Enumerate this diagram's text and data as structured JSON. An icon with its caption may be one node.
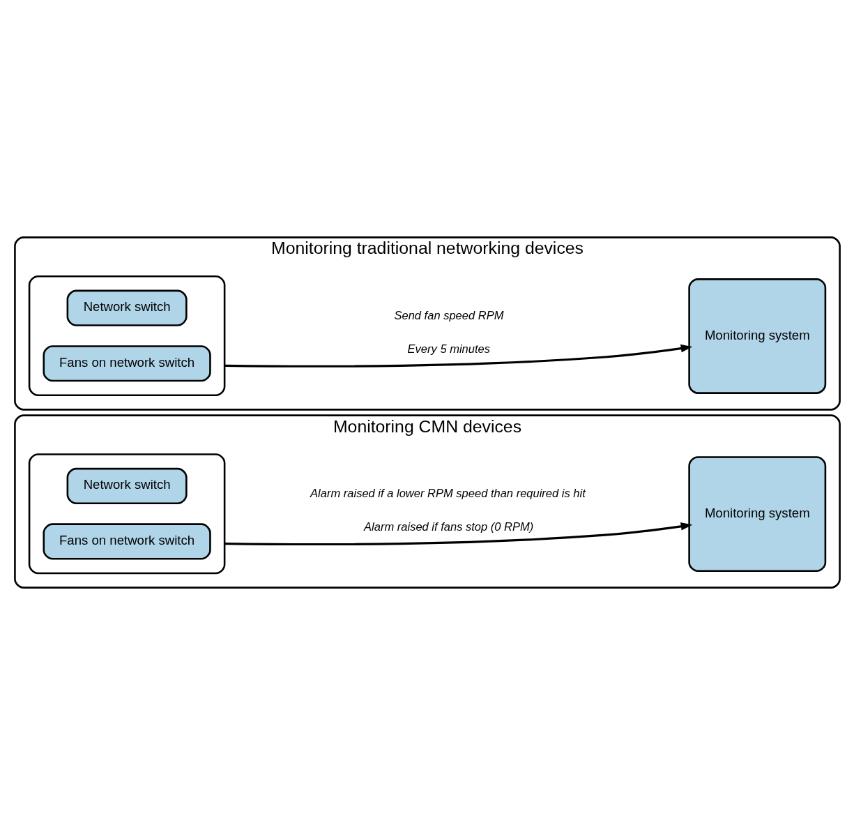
{
  "diagram": {
    "nodes": [
      {
        "text": [
          "Monitoring traditional networking devices"
        ]
      },
      {
        "text": [],
        "shape": "box",
        "in": 0
      },
      {
        "text": [
          "Network switch"
        ],
        "in": 1
      },
      {
        "text": [
          "Fans on network switch"
        ],
        "in": 1
      },
      {
        "text": [
          "Monitoring system"
        ],
        "in": 0
      },
      {
        "text": [
          "Monitoring CMN devices"
        ]
      },
      {
        "text": [],
        "shape": "box",
        "in": 5
      },
      {
        "text": [
          "Network switch"
        ],
        "in": 6
      },
      {
        "text": [
          "Fans on network switch"
        ],
        "in": 6
      },
      {
        "text": [
          "Monitoring system"
        ],
        "in": 5
      }
    ],
    "edges": [
      {
        "from": 1,
        "to": 4,
        "arrow": "to",
        "label": "Every 5 minutes"
      },
      {
        "from": 6,
        "to": 9,
        "arrow": "to",
        "label": "Alarm raised if fans stop (0 RPM)"
      }
    ],
    "labels": [
      "Send fan speed RPM",
      "Alarm raised if a lower RPM speed than required is hit"
    ]
  }
}
